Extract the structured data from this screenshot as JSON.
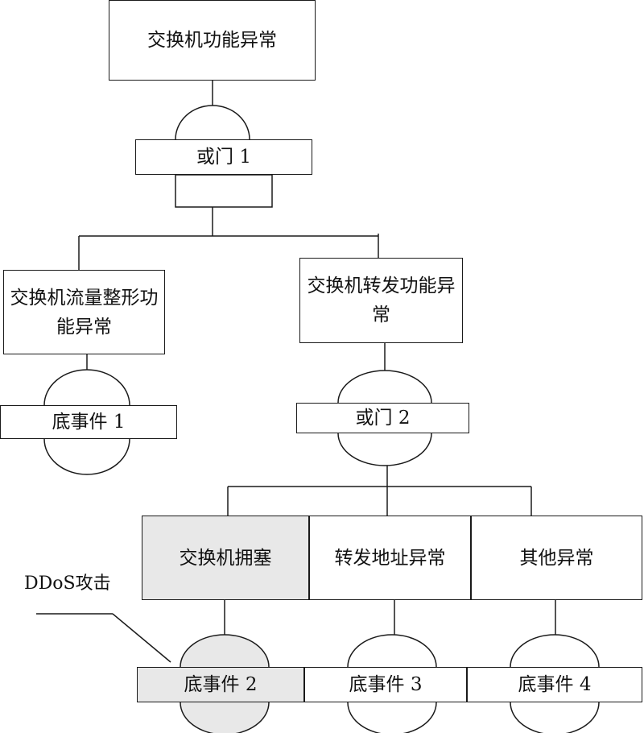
{
  "nodes": {
    "top_event": "交换机功能异常",
    "or_gate_1": "或门 1",
    "traffic_shaping": "交换机流量整形功能异常",
    "forwarding": "交换机转发功能异常",
    "basic_event_1": "底事件 1",
    "or_gate_2": "或门 2",
    "congestion": "交换机拥塞",
    "address_abnormal": "转发地址异常",
    "other_abnormal": "其他异常",
    "basic_event_2": "底事件 2",
    "basic_event_3": "底事件 3",
    "basic_event_4": "底事件 4"
  },
  "annotation": "DDoS攻击",
  "colors": {
    "line": "#1a1a1a",
    "highlight_fill": "#e8e8e8",
    "background": "#ffffff"
  }
}
